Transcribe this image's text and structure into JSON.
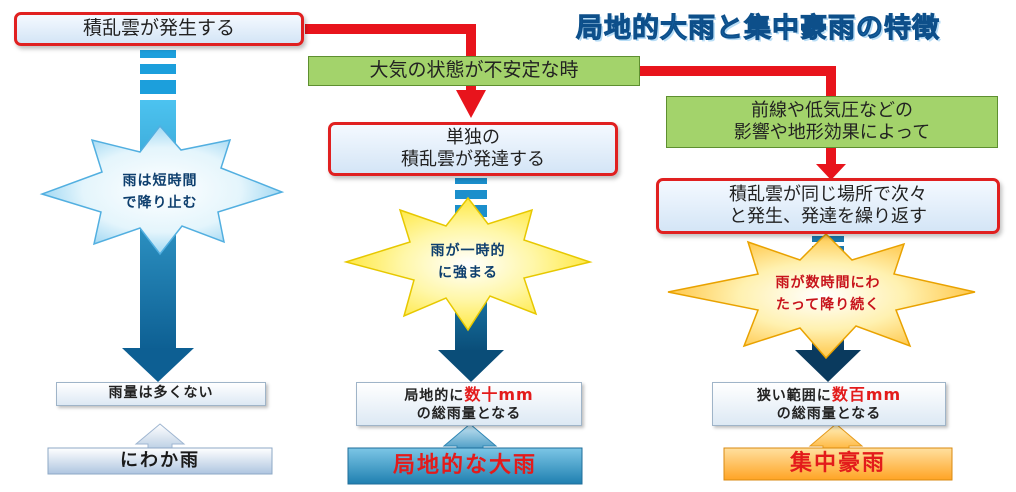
{
  "title": "局地的大雨と集中豪雨の特徴",
  "top_box": "積乱雲が発生する",
  "unstable_box": "大気の状態が不安定な時",
  "front_box": {
    "line1": "前線や低気圧などの",
    "line2": "影響や地形効果によって"
  },
  "single_box": {
    "line1": "単独の",
    "line2": "積乱雲が発達する"
  },
  "repeat_box": {
    "line1": "積乱雲が同じ場所で次々",
    "line2": "と発生、発達を繰り返す"
  },
  "stars": {
    "left": {
      "line1": "雨は短時間",
      "line2": "で降り止む"
    },
    "middle": {
      "line1": "雨が一時的",
      "line2": "に強まる"
    },
    "right": {
      "line1": "雨が数時間にわ",
      "line2": "たって降り続く"
    }
  },
  "amounts": {
    "left": "雨量は多くない",
    "middle": {
      "prefix": "局地的に",
      "highlight": "数十mm",
      "line2": "の総雨量となる"
    },
    "right": {
      "prefix": "狭い範囲に",
      "highlight": "数百mm",
      "line2": "の総雨量となる"
    }
  },
  "labels": {
    "left": "にわか雨",
    "middle": "局地的な大雨",
    "right": "集中豪雨"
  },
  "colors": {
    "connector_red": "#e8141c",
    "left_arrow": "#1c9fdc",
    "middle_arrow": "#0d6fa0",
    "right_arrow": "#0a4f78",
    "star_blue": "#8fd2f2",
    "star_yellow": "#ffe93a",
    "star_orange": "#ffc531"
  }
}
